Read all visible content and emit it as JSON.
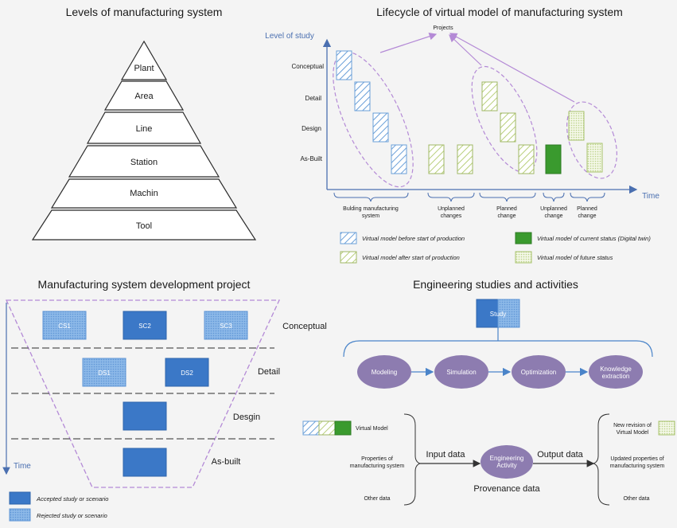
{
  "levels": {
    "title": "Levels of manufacturing system",
    "items": [
      "Plant",
      "Area",
      "Line",
      "Station",
      "Machin",
      "Tool"
    ]
  },
  "lifecycle": {
    "title": "Lifecycle of virtual model of manufacturing system",
    "y_axis_label": "Level of study",
    "x_axis_label": "Time",
    "projects_label": "Projects",
    "levels": [
      "Conceptual",
      "Detail",
      "Design",
      "As-Built"
    ],
    "phases": [
      "Bulding manufacturing system",
      "Unplanned changes",
      "Planned change",
      "Unplanned change",
      "Planned change"
    ],
    "legend": [
      "Virtual model before start of production",
      "Virtual model after start of production",
      "Virtual model of current status (Digital twin)",
      "Virtual model of future status"
    ],
    "colors": {
      "blue_hatch": "#6a9fd8",
      "green_hatch": "#b9cf7c",
      "twin": "#3a9a2e",
      "future": "#d3e2a6",
      "dashed": "#b48ad6",
      "axis": "#4a6fb0"
    }
  },
  "dev_project": {
    "title": "Manufacturing system development project",
    "levels": [
      "Conceptual",
      "Detail",
      "Desgin",
      "As-built"
    ],
    "concept_boxes": [
      "CS1",
      "SC2",
      "SC3"
    ],
    "detail_boxes": [
      "DS1",
      "DS2"
    ],
    "time_label": "Time",
    "legend": [
      "Accepted study or scenario",
      "Rejected study or scenario"
    ],
    "colors": {
      "accepted": "#3b78c7",
      "rejected": "#7eaee4"
    }
  },
  "engineering": {
    "title": "Engineering studies and activities",
    "study_label": "Study",
    "activities": [
      "Modeling",
      "Simulation",
      "Optimization",
      "Knowledge extraction"
    ],
    "left_inputs": [
      "Virtual Model",
      "Properties of manufacturing system",
      "Other data"
    ],
    "input_label": "Input data",
    "activity_label": "Engineering Activity",
    "output_label": "Output data",
    "provenance_label": "Provenance data",
    "right_outputs": [
      "New revision of Virtual Model",
      "Updated properties of manufacturing system",
      "Other data"
    ],
    "colors": {
      "activity": "#8d7cb0",
      "arrow": "#4a84c9"
    }
  }
}
